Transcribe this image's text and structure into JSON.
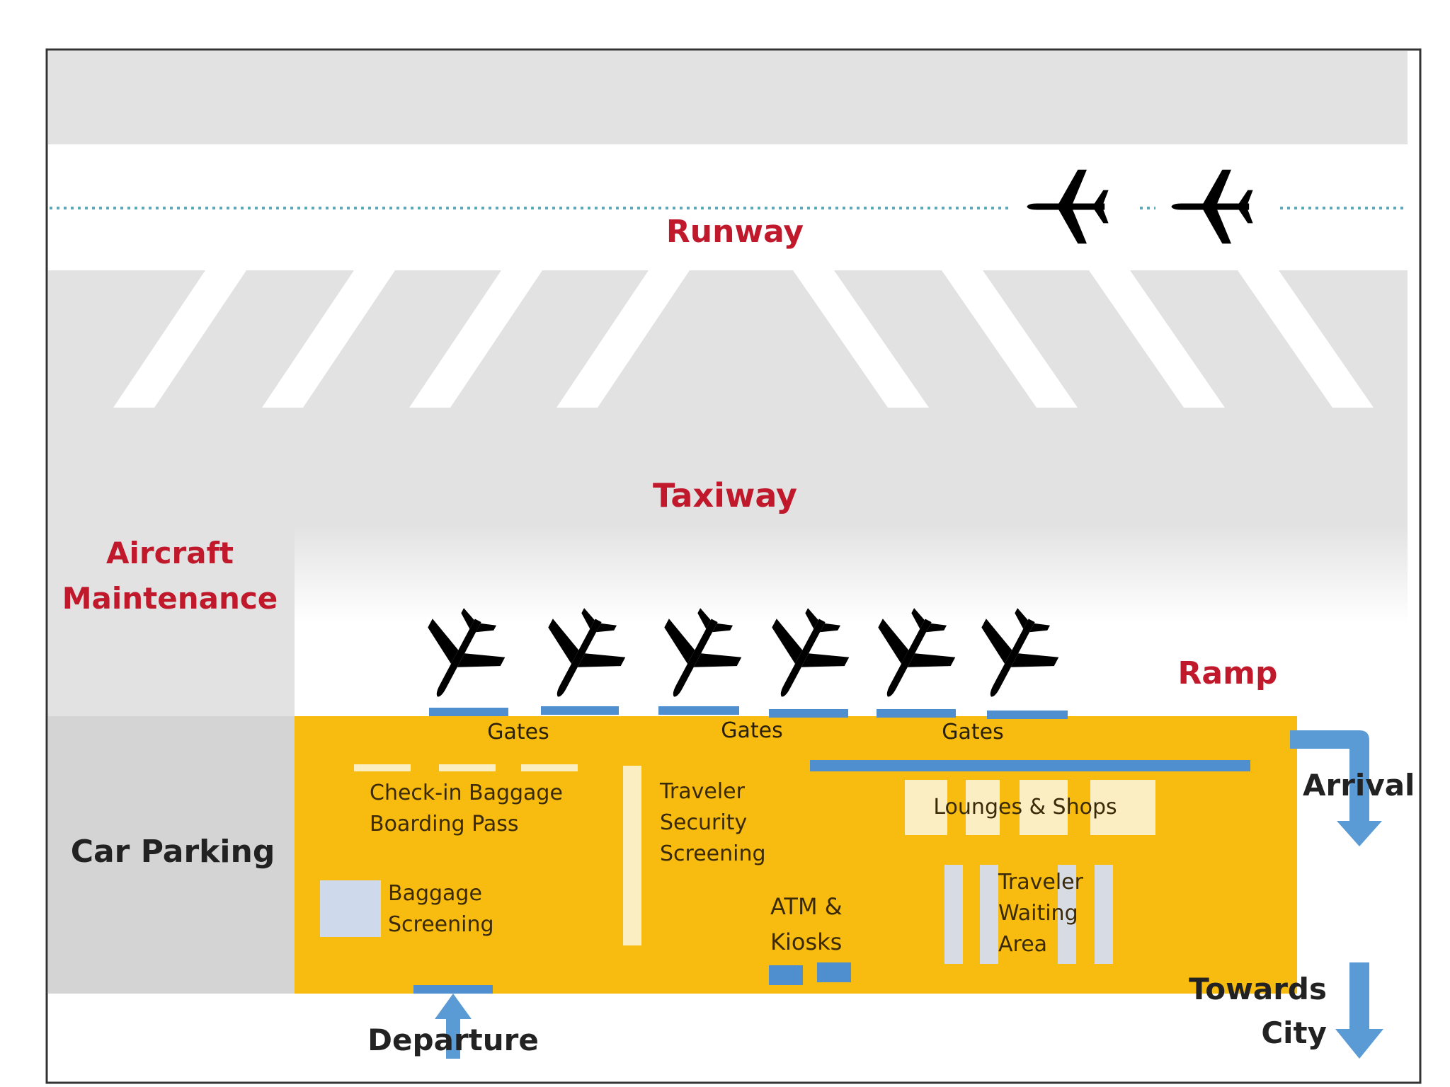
{
  "labels": {
    "runway": "Runway",
    "taxiway": "Taxiway",
    "aircraft_maintenance_1": "Aircraft",
    "aircraft_maintenance_2": "Maintenance",
    "ramp": "Ramp",
    "car_parking": "Car Parking",
    "gates_1": "Gates",
    "gates_2": "Gates",
    "gates_3": "Gates",
    "checkin_1": "Check-in Baggage",
    "checkin_2": "Boarding Pass",
    "security_1": "Traveler",
    "security_2": "Security",
    "security_3": "Screening",
    "baggage_screening_1": "Baggage",
    "baggage_screening_2": "Screening",
    "atm_1": "ATM &",
    "atm_2": "Kiosks",
    "lounges": "Lounges & Shops",
    "waiting_1": "Traveler",
    "waiting_2": "Waiting",
    "waiting_3": "Area",
    "arrival": "Arrival",
    "towards_1": "Towards",
    "towards_2": "City",
    "departure": "Departure"
  },
  "colors": {
    "terminal": "#f8bb0f",
    "label_red": "#c0192c",
    "pavement": "#e2e2e2",
    "parking": "#d4d4d4",
    "arrow_blue": "#5b9bd5",
    "gate_blue": "#4f8fd0",
    "panel_cream": "#fbeec2"
  },
  "icons": {
    "runway_aircraft": "airplane-icon",
    "gate_aircraft": "airplane-icon"
  }
}
